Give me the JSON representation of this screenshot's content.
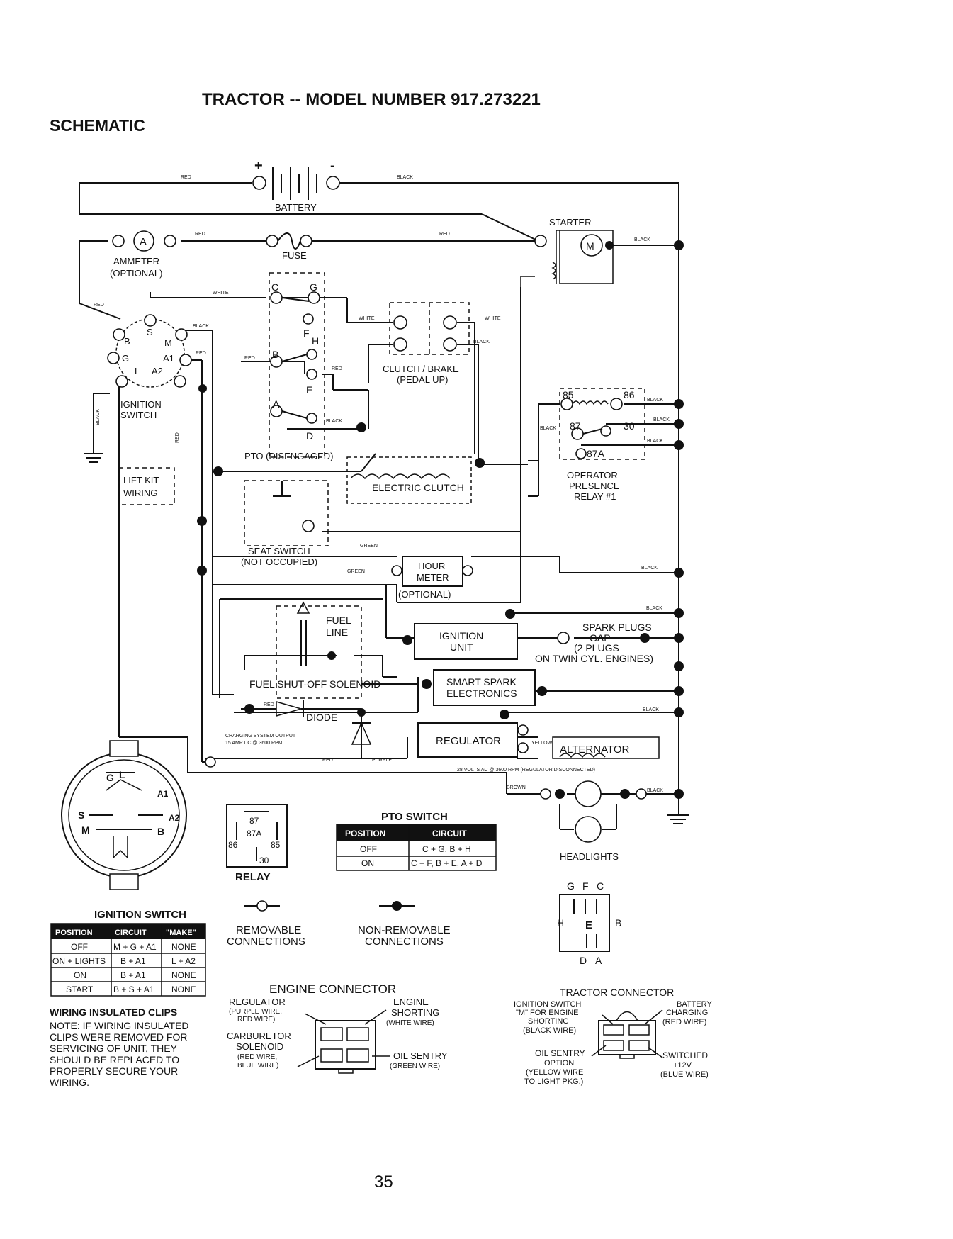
{
  "header": {
    "title": "TRACTOR -- MODEL NUMBER 917.273221",
    "section": "SCHEMATIC"
  },
  "wires": {
    "red": "RED",
    "black": "BLACK",
    "white": "WHITE",
    "green": "GREEN",
    "yellow": "YELLOW",
    "purple": "PURPLE",
    "brown": "BROWN"
  },
  "battery": {
    "label": "BATTERY",
    "plus": "+",
    "minus": "-"
  },
  "starter": {
    "label": "STARTER",
    "motor": "M"
  },
  "ammeter": {
    "symbol": "A",
    "label": "AMMETER",
    "note": "(OPTIONAL)"
  },
  "fuse": {
    "label": "FUSE"
  },
  "ignition_terminals": {
    "b": "B",
    "s": "S",
    "m": "M",
    "g": "G",
    "a1": "A1",
    "l": "L",
    "a2": "A2"
  },
  "ignition_switch": {
    "line1": "IGNITION",
    "line2": "SWITCH"
  },
  "lift_kit": {
    "line1": "LIFT KIT",
    "line2": "WIRING"
  },
  "pto_terminals": {
    "c": "C",
    "g": "G",
    "f": "F",
    "h": "H",
    "b": "B",
    "e": "E",
    "a": "A",
    "d": "D"
  },
  "pto": {
    "label": "PTO (DISENGAGED)"
  },
  "clutch_brake": {
    "line1": "CLUTCH / BRAKE",
    "line2": "(PEDAL UP)"
  },
  "electric_clutch": {
    "label": "ELECTRIC CLUTCH"
  },
  "relay1": {
    "t85": "85",
    "t86": "86",
    "t87": "87",
    "t30": "30",
    "t87a": "87A",
    "wire87": "BLACK",
    "line1": "OPERATOR",
    "line2": "PRESENCE",
    "line3": "RELAY #1"
  },
  "seat_switch": {
    "line1": "SEAT SWITCH",
    "line2": "(NOT OCCUPIED)"
  },
  "hour_meter": {
    "line1": "HOUR",
    "line2": "METER",
    "note": "(OPTIONAL)"
  },
  "fuel": {
    "line1": "FUEL",
    "line2": "LINE"
  },
  "fuel_solenoid": {
    "label": "FUEL SHUT-OFF SOLENOID"
  },
  "ignition_unit": {
    "line1": "IGNITION",
    "line2": "UNIT"
  },
  "spark_plugs": {
    "line1": "SPARK PLUGS",
    "line2": "GAP",
    "line3": "(2 PLUGS",
    "line4": "ON TWIN CYL. ENGINES)"
  },
  "smart_spark": {
    "line1": "SMART SPARK",
    "line2": "ELECTRONICS"
  },
  "diode": {
    "label": "DIODE"
  },
  "charging": {
    "line1": "CHARGING SYSTEM OUTPUT",
    "line2": "15 AMP DC @ 3600 RPM"
  },
  "regulator": {
    "label": "REGULATOR"
  },
  "alternator": {
    "label": "ALTERNATOR",
    "note": "28 VOLTS AC @ 3600 RPM (REGULATOR DISCONNECTED)"
  },
  "headlights": {
    "label": "HEADLIGHTS"
  },
  "switch_face": {
    "g": "G",
    "l": "L",
    "a1": "A1",
    "s": "S",
    "a2": "A2",
    "m": "M",
    "b": "B"
  },
  "relay_diagram": {
    "p87": "87",
    "p87a": "87A",
    "p86": "86",
    "p85": "85",
    "p30": "30",
    "label": "RELAY"
  },
  "pto_switch_table": {
    "title": "PTO SWITCH",
    "headers": [
      "POSITION",
      "CIRCUIT"
    ],
    "rows": [
      [
        "OFF",
        "C + G, B + H"
      ],
      [
        "ON",
        "C + F, B + E, A + D"
      ]
    ]
  },
  "ignition_switch_table": {
    "title": "IGNITION SWITCH",
    "headers": [
      "POSITION",
      "CIRCUIT",
      "\"MAKE\""
    ],
    "rows": [
      [
        "OFF",
        "M + G + A1",
        "NONE"
      ],
      [
        "ON + LIGHTS",
        "B + A1",
        "L + A2"
      ],
      [
        "ON",
        "B + A1",
        "NONE"
      ],
      [
        "START",
        "B + S + A1",
        "NONE"
      ]
    ]
  },
  "legend": {
    "removable1": "REMOVABLE",
    "removable2": "CONNECTIONS",
    "nonremovable1": "NON-REMOVABLE",
    "nonremovable2": "CONNECTIONS"
  },
  "pto_connector": {
    "g": "G",
    "f": "F",
    "c": "C",
    "h": "H",
    "e": "E",
    "b": "B",
    "d": "D",
    "a": "A"
  },
  "note": {
    "title": "WIRING INSULATED CLIPS",
    "lines": [
      "NOTE: IF WIRING INSULATED",
      "CLIPS WERE REMOVED FOR",
      "SERVICING OF UNIT, THEY",
      "SHOULD BE REPLACED TO",
      "PROPERLY SECURE YOUR",
      "WIRING."
    ]
  },
  "engine_connector": {
    "title": "ENGINE CONNECTOR",
    "regulator": [
      "REGULATOR",
      "(PURPLE WIRE,",
      "RED WIRE)"
    ],
    "carburetor": [
      "CARBURETOR",
      "SOLENOID",
      "(RED WIRE,",
      "BLUE WIRE)"
    ],
    "engine": [
      "ENGINE",
      "SHORTING",
      "(WHITE WIRE)"
    ],
    "oil": [
      "OIL SENTRY",
      "(GREEN WIRE)"
    ]
  },
  "tractor_connector": {
    "title": "TRACTOR CONNECTOR",
    "ignition": [
      "IGNITION SWITCH",
      "\"M\" FOR ENGINE",
      "SHORTING",
      "(BLACK WIRE)"
    ],
    "battery": [
      "BATTERY",
      "CHARGING",
      "(RED WIRE)"
    ],
    "oil": [
      "OIL SENTRY",
      "OPTION",
      "(YELLOW WIRE",
      "TO LIGHT PKG.)"
    ],
    "switched": [
      "SWITCHED",
      "+12V",
      "(BLUE WIRE)"
    ]
  },
  "page_number": "35"
}
